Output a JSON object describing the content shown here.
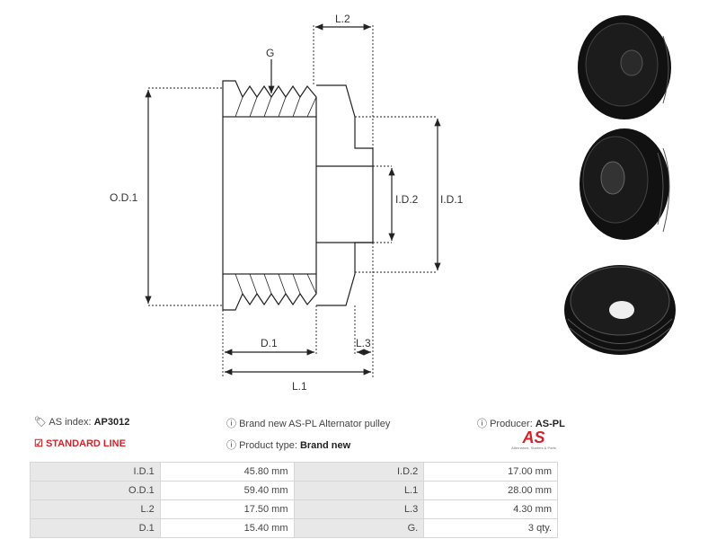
{
  "diagram": {
    "labels": {
      "g": "G",
      "l2": "L.2",
      "od1": "O.D.1",
      "id2": "I.D.2",
      "id1": "I.D.1",
      "d1": "D.1",
      "l3": "L.3",
      "l1": "L.1"
    }
  },
  "info": {
    "as_index_label": "AS index:",
    "as_index_value": "AP3012",
    "line": "STANDARD LINE",
    "description": "Brand new AS-PL Alternator pulley",
    "product_type_label": "Product type:",
    "product_type_value": "Brand new",
    "producer_label": "Producer:",
    "producer_value": "AS-PL"
  },
  "logo": {
    "mark": "AS",
    "tagline": "Alternators, Starters & Parts"
  },
  "specs": [
    {
      "l1": "I.D.1",
      "v1": "45.80 mm",
      "l2": "I.D.2",
      "v2": "17.00 mm"
    },
    {
      "l1": "O.D.1",
      "v1": "59.40 mm",
      "l2": "L.1",
      "v2": "28.00 mm"
    },
    {
      "l1": "L.2",
      "v1": "17.50 mm",
      "l2": "L.3",
      "v2": "4.30 mm"
    },
    {
      "l1": "D.1",
      "v1": "15.40 mm",
      "l2": "G.",
      "v2": "3 qty."
    }
  ],
  "colors": {
    "accent": "#d2232a",
    "table_label_bg": "#e8e8e8"
  }
}
